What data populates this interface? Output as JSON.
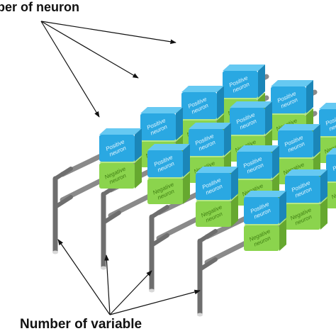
{
  "labels": {
    "top_caption": "ber of neuron",
    "bottom_caption": "Number of variable",
    "positive_line1": "Positive",
    "positive_line2": "neuron",
    "negative_line1": "Negative",
    "negative_line2": "neuron"
  },
  "grid": {
    "variables": 4,
    "neurons": 4
  },
  "colors": {
    "positive": "#2aa8e2",
    "positive_top": "#66c9f2",
    "positive_side": "#1b86b8",
    "negative": "#8bd44d",
    "negative_top": "#b4e785",
    "negative_side": "#66a82f",
    "rod": "#8a8a8a",
    "rod_dark": "#6e6e6e",
    "text": "#111111"
  }
}
